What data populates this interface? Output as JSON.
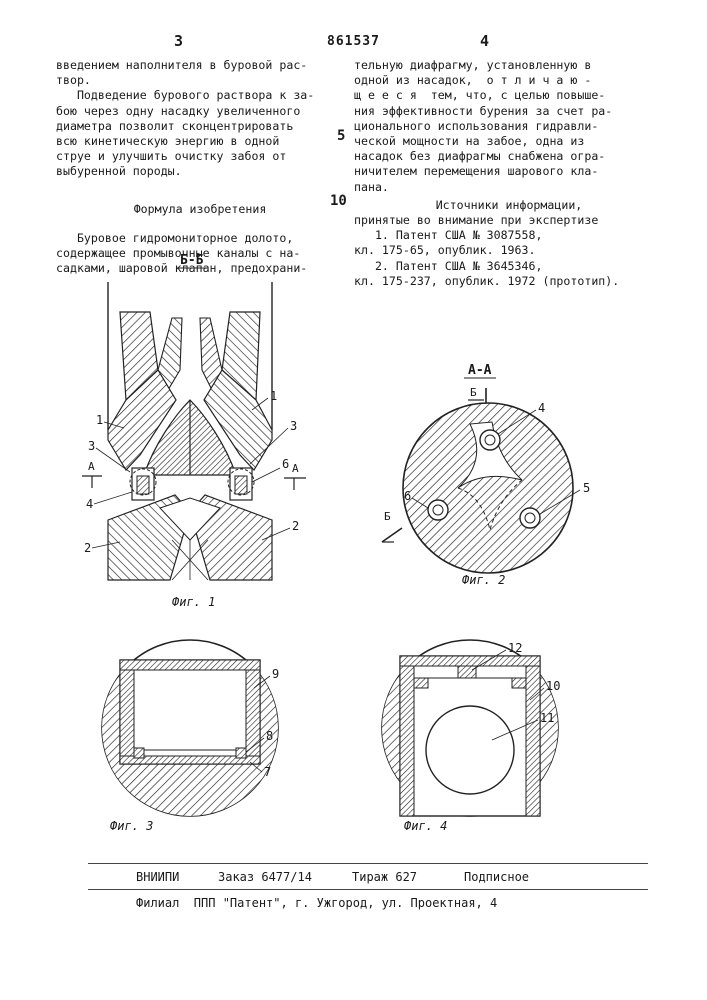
{
  "header": {
    "page_left": "3",
    "doc_number": "861537",
    "page_right": "4"
  },
  "left_column": {
    "lines_top": [
      "введением наполнителя в буровой рас-",
      "твор.",
      "   Подведение бурового раствора к за-",
      "бою через одну насадку увеличенного",
      "диаметра позволит сконцентрировать",
      "всю кинетическую энергию в одной",
      "струе и улучшить очистку забоя от",
      "выбуренной породы."
    ],
    "formula_heading": "Формула изобретения",
    "lines_claim": [
      "   Буровое гидромониторное долото,",
      "содержащее промывочные каналы с на-",
      "садками, шаровой клапан, предохрани-"
    ]
  },
  "right_column": {
    "lines": [
      "тельную диафрагму, установленную в",
      "одной из насадок,  о т л и ч а ю -",
      "щ е е с я  тем, что, с целью повыше-",
      "ния эффективности бурения за счет ра-",
      "ционального использования гидравли-",
      "ческой мощности на забое, одна из",
      "насадок без диафрагмы снабжена огра-",
      "ничителем перемещения шарового кла-",
      "пана."
    ],
    "sources_heading_1": "Источники информации,",
    "sources_heading_2": "принятые во внимание при экспертизе",
    "sources": [
      "   1. Патент США № 3087558,",
      "кл. 175-65, опублик. 1963.",
      "   2. Патент США № 3645346,",
      "кл. 175-237, опублик. 1972 (прототип)."
    ]
  },
  "margin_numbers": {
    "five": "5",
    "ten": "10"
  },
  "figures": {
    "fig1": {
      "section": "Б-Б",
      "caption": "Фиг. 1",
      "labels": {
        "one": "1",
        "two": "2",
        "three": "3",
        "four": "4",
        "six": "6"
      },
      "section_arrow": "А"
    },
    "fig2": {
      "section": "А-А",
      "caption": "Фиг. 2",
      "labels": {
        "four": "4",
        "five": "5",
        "six": "6"
      },
      "section_arrow": "Б"
    },
    "fig3": {
      "caption": "Фиг. 3",
      "labels": {
        "seven": "7",
        "eight": "8",
        "nine": "9"
      }
    },
    "fig4": {
      "caption": "Фиг. 4",
      "labels": {
        "ten": "10",
        "eleven": "11",
        "twelve": "12"
      }
    }
  },
  "footer": {
    "org": "ВНИИПИ",
    "order": "Заказ 6477/14",
    "print_run": "Тираж 627",
    "subscription": "Подписное",
    "branch": "Филиал  ППП \"Патент\", г. Ужгород, ул. Проектная, 4"
  }
}
